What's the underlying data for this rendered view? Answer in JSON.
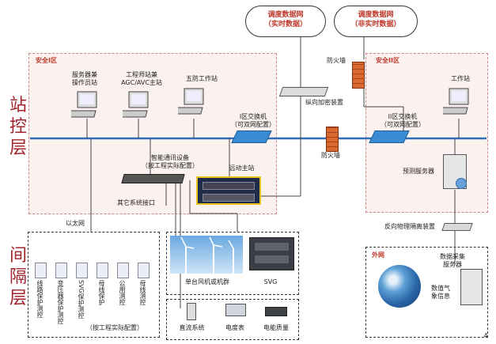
{
  "clouds": {
    "realtime": {
      "line1": "调度数据网",
      "line2": "（实时数据）"
    },
    "nonrealtime": {
      "line1": "调度数据网",
      "line2": "（非实时数据）"
    }
  },
  "zones": {
    "safety1": "安全I区",
    "safety2": "安全II区",
    "external": "外网"
  },
  "layers": {
    "station": [
      "站",
      "控",
      "层"
    ],
    "bay": [
      "间",
      "隔",
      "层"
    ]
  },
  "station": {
    "server_op": {
      "line1": "服务器兼",
      "line2": "操作员站"
    },
    "engineer": {
      "line1": "工程师站兼",
      "line2": "AGC/AVC主站"
    },
    "five_prevention": "五防工作站",
    "switch1": {
      "line1": "I区交换机",
      "line2": "（可双网配置）"
    },
    "encrypt": "纵向加密装置",
    "firewall_top": "防火墙",
    "firewall_mid": "防火墙",
    "switch2": {
      "line1": "II区交换机",
      "line2": "（可双网配置）"
    },
    "workstation": "工作站",
    "forecast_server": "预测服务器",
    "comm_device": {
      "line1": "智能通讯设备",
      "line2": "（按工程实际配置）"
    },
    "telecontrol": "远动主站",
    "other_interface": "其它系统接口",
    "ethernet": "以太网",
    "isolation": "反向物理隔离装置"
  },
  "bay": {
    "protections": [
      "线路保护测控",
      "变压器保护测控",
      "SVG保护测控",
      "母线保护",
      "公用测控",
      "母线测控"
    ],
    "note": "（按工程实际配置）",
    "wind": "单台风机或机群",
    "svg": "SVG",
    "dc": "直流系统",
    "meter": "电度表",
    "pq": "电能质量"
  },
  "external": {
    "collector": {
      "line1": "数据采集",
      "line2": "服务器"
    },
    "weather": {
      "line1": "数值气",
      "line2": "象信息"
    }
  },
  "page_number": "4",
  "colors": {
    "bus": "#2f6eb5",
    "zone_red": "#c0392b",
    "layer_text": "#a0242c",
    "firewall": "#d9692e"
  }
}
